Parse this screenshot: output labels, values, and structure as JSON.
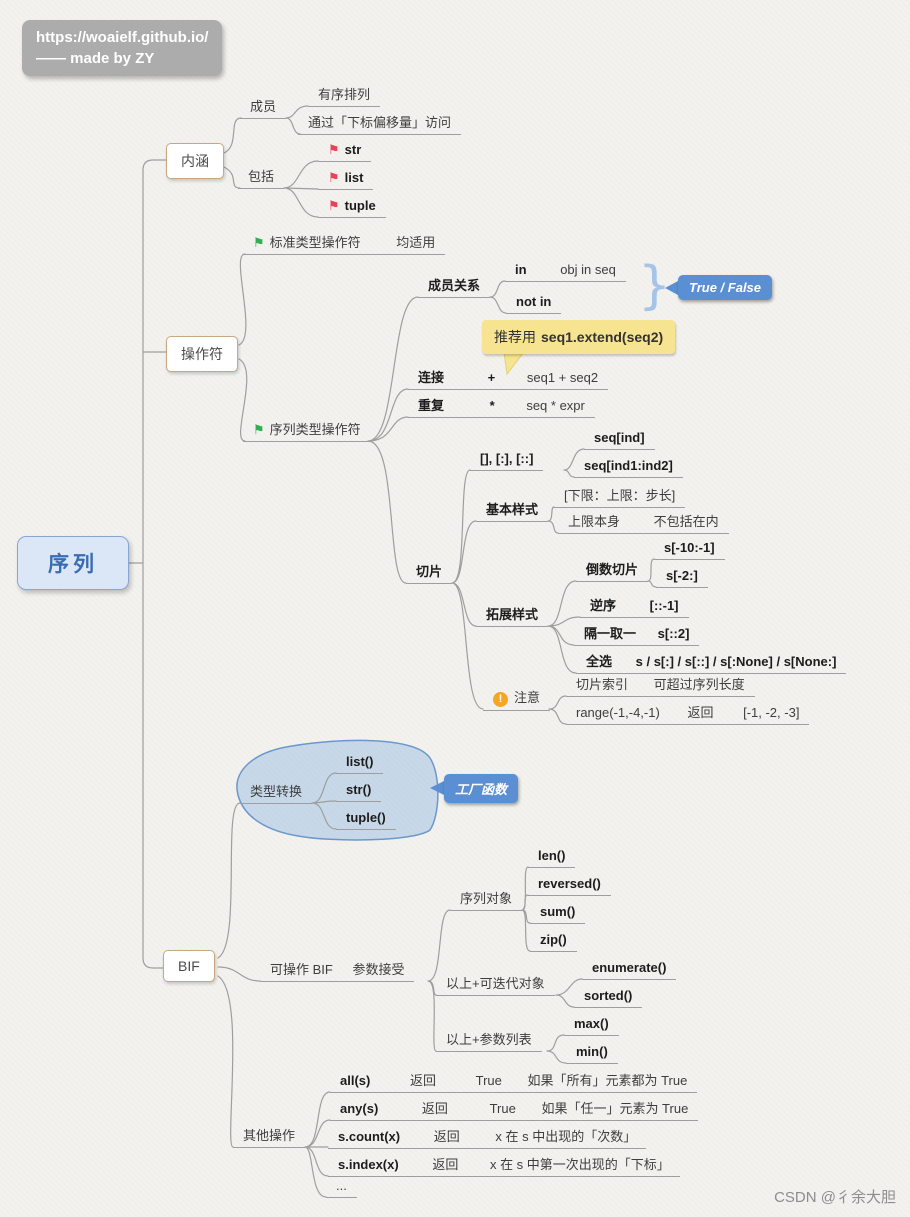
{
  "badge": {
    "line1": "https://woaielf.github.io/",
    "line2": "—— made by ZY"
  },
  "root": {
    "label": "序列"
  },
  "icons": {
    "flag": "⚑",
    "warning": "!",
    "brace": "}"
  },
  "colors": {
    "accent_blue": "#5b8fd4",
    "root_blue": "#3a6cb3",
    "callout_yellow": "#f7e490",
    "flag_red": "#e8435a",
    "flag_green": "#2fae52",
    "warning_orange": "#f5a623",
    "cloud_blue": "#93b8e2",
    "box_border": "#c8a97e",
    "line_gray": "#9e9e9e"
  },
  "neihan": {
    "label": "内涵",
    "member": "成员",
    "ordered": "有序排列",
    "access": "通过「下标偏移量」访问",
    "include": "包括",
    "str": "str",
    "list": "list",
    "tuple": "tuple"
  },
  "ops": {
    "label": "操作符",
    "std": "标准类型操作符",
    "std_apply": "均适用",
    "seq": "序列类型操作符",
    "membership": "成员关系",
    "in_op": "in",
    "in_example": "obj in seq",
    "not_in": "not in",
    "result": "True / False",
    "callout_prefix": "推荐用",
    "callout_code": "seq1.extend(seq2)",
    "concat": "连接",
    "concat_op": "+",
    "concat_example": "seq1 + seq2",
    "repeat": "重复",
    "repeat_op": "*",
    "repeat_example": "seq * expr",
    "slice": "切片",
    "slice_syntax": "[], [:], [::]",
    "slice_ex1": "seq[ind]",
    "slice_ex2": "seq[ind1:ind2]",
    "basic": "基本样式",
    "basic_format": "[下限：上限：步长]",
    "upper_bound": "上限本身",
    "not_included": "不包括在内",
    "extended": "拓展样式",
    "neg_slice": "倒数切片",
    "neg_ex1": "s[-10:-1]",
    "neg_ex2": "s[-2:]",
    "reverse": "逆序",
    "reverse_syntax": "[::-1]",
    "every_other": "隔一取一",
    "every_other_syntax": "s[::2]",
    "select_all": "全选",
    "select_all_syntax": "s / s[:] / s[::] / s[:None] / s[None:]",
    "note": "注意",
    "note_index": "切片索引",
    "note_exceed": "可超过序列长度",
    "note_range": "range(-1,-4,-1)",
    "note_return": "返回",
    "note_result": "[-1, -2, -3]"
  },
  "bif": {
    "label": "BIF",
    "convert": "类型转换",
    "list_fn": "list()",
    "str_fn": "str()",
    "tuple_fn": "tuple()",
    "factory": "工厂函数",
    "operable": "可操作 BIF",
    "params": "参数接受",
    "seq_obj": "序列对象",
    "len_fn": "len()",
    "reversed_fn": "reversed()",
    "sum_fn": "sum()",
    "zip_fn": "zip()",
    "iterable": "以上+可迭代对象",
    "enumerate_fn": "enumerate()",
    "sorted_fn": "sorted()",
    "arglist": "以上+参数列表",
    "max_fn": "max()",
    "min_fn": "min()",
    "other": "其他操作",
    "all_fn": "all(s)",
    "all_return": "返回",
    "all_value": "True",
    "all_cond": "如果「所有」元素都为 True",
    "any_fn": "any(s)",
    "any_return": "返回",
    "any_value": "True",
    "any_cond": "如果「任一」元素为 True",
    "count_fn": "s.count(x)",
    "count_return": "返回",
    "count_desc": "x 在 s 中出现的「次数」",
    "index_fn": "s.index(x)",
    "index_return": "返回",
    "index_desc": "x 在 s 中第一次出现的「下标」",
    "more": "..."
  },
  "watermark": "CSDN @彳余大胆"
}
